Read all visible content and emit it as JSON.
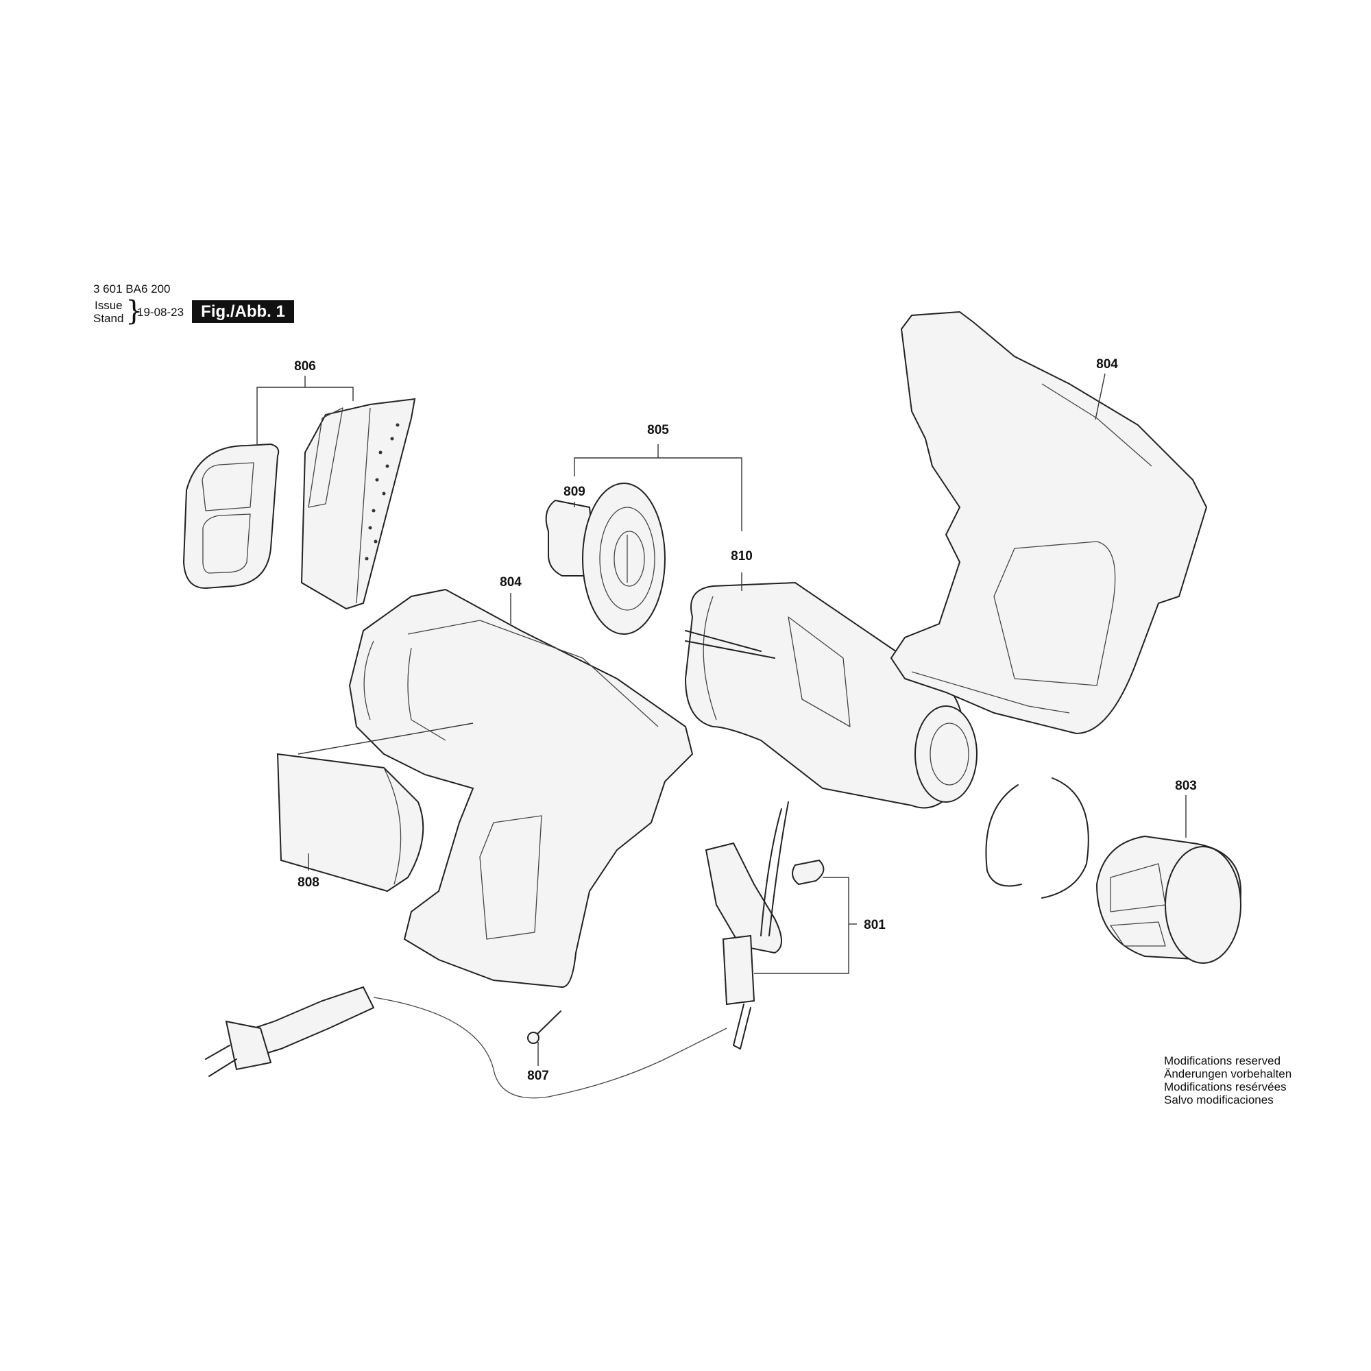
{
  "header": {
    "part_number": "3 601 BA6 200",
    "issue_label": "Issue",
    "stand_label": "Stand",
    "issue_date": "19-08-23",
    "figure_label": "Fig./Abb. 1"
  },
  "callouts": {
    "c806": "806",
    "c805": "805",
    "c809": "809",
    "c810": "810",
    "c804a": "804",
    "c804b": "804",
    "c803": "803",
    "c808": "808",
    "c801": "801",
    "c807": "807"
  },
  "notes": [
    "Modifications reserved",
    "Änderungen vorbehalten",
    "Modifications resérvées",
    "Salvo modificaciones"
  ]
}
